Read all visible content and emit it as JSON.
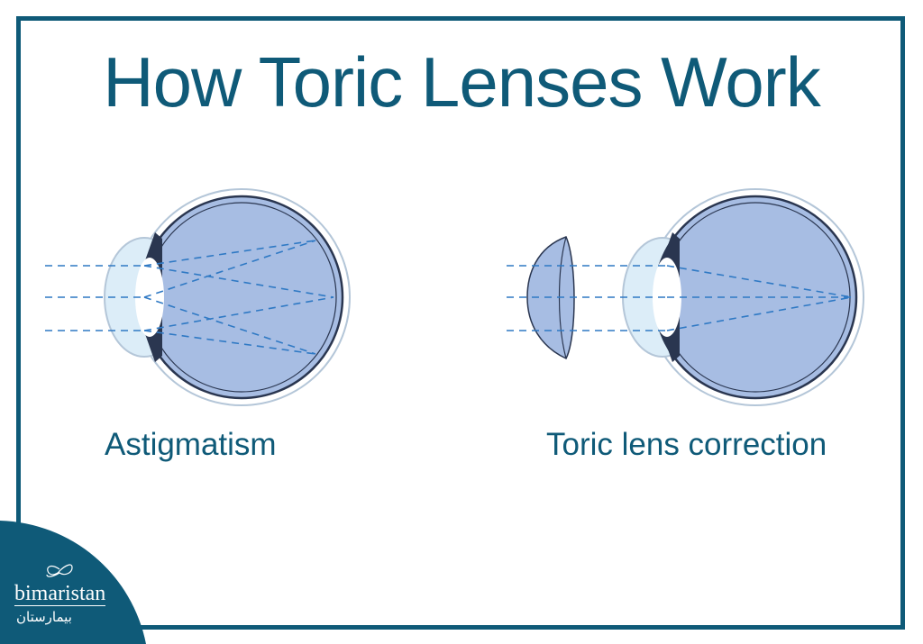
{
  "title": "How Toric Lenses Work",
  "labels": {
    "left": "Astigmatism",
    "right": "Toric lens correction"
  },
  "logo": {
    "name": "bimaristan",
    "arabic": "بيمارستان"
  },
  "colors": {
    "brand": "#0f5a78",
    "eye_fill": "#a7bde3",
    "ray": "#2f79c4"
  }
}
